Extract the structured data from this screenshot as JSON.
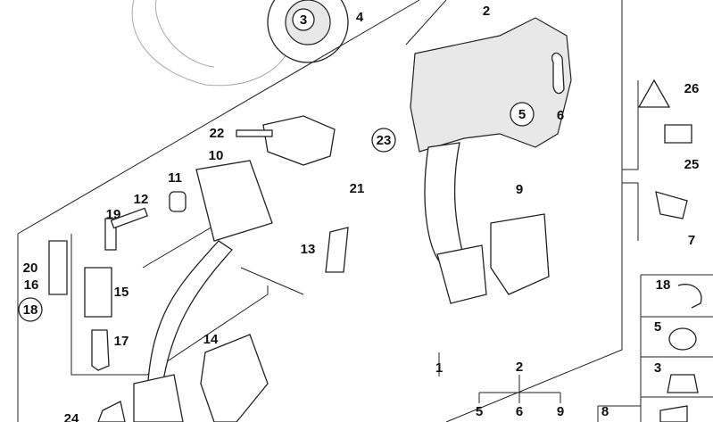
{
  "diagram": {
    "callouts": {
      "c1": "1",
      "c2_top": "2",
      "c2_bottom": "2",
      "c3_circled": "3",
      "c3_right": "3",
      "c4": "4",
      "c5_circled": "5",
      "c5_bottom": "5",
      "c5_right": "5",
      "c6_top": "6",
      "c6_bottom": "6",
      "c7": "7",
      "c8": "8",
      "c9_top": "9",
      "c9_bottom": "9",
      "c10": "10",
      "c11": "11",
      "c12": "12",
      "c13": "13",
      "c14": "14",
      "c15": "15",
      "c16": "16",
      "c17": "17",
      "c18_circled": "18",
      "c18_right": "18",
      "c19": "19",
      "c20": "20",
      "c21": "21",
      "c22": "22",
      "c23_circled": "23",
      "c24": "24",
      "c25": "25",
      "c26": "26"
    }
  }
}
